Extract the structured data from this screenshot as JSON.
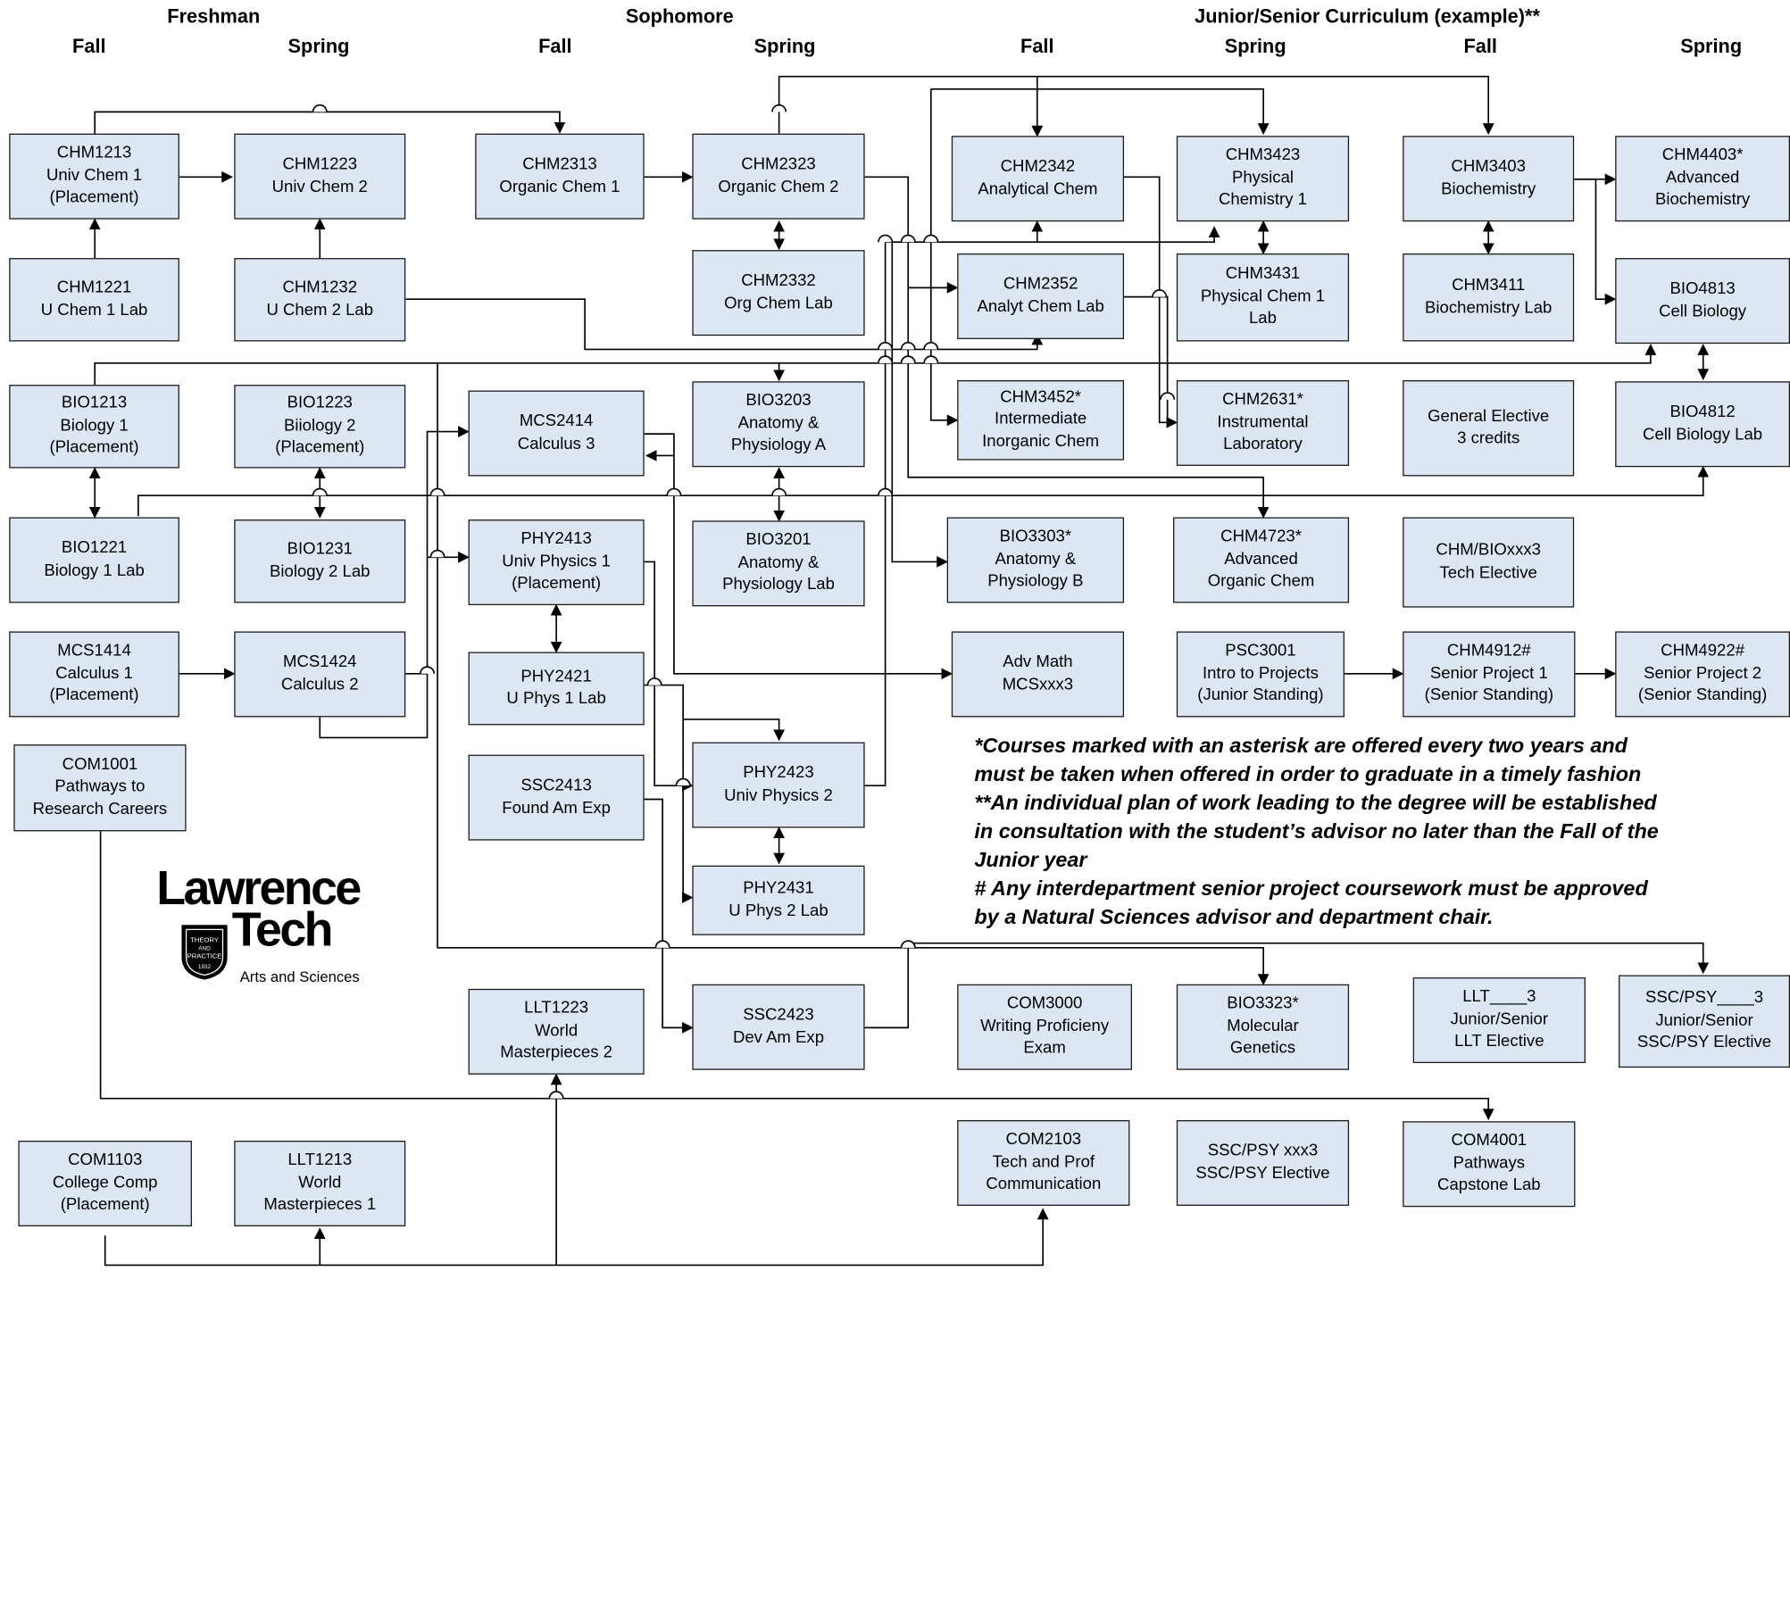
{
  "headers": {
    "freshman": "Freshman",
    "sophomore": "Sophomore",
    "junior_senior": "Junior/Senior Curriculum (example)**",
    "fall": "Fall",
    "spring": "Spring"
  },
  "courses": {
    "chm1213": [
      "CHM1213",
      "Univ Chem 1",
      "(Placement)"
    ],
    "chm1223": [
      "CHM1223",
      "Univ Chem 2"
    ],
    "chm2313": [
      "CHM2313",
      "Organic Chem 1"
    ],
    "chm2323": [
      "CHM2323",
      "Organic Chem 2"
    ],
    "chm2342": [
      "CHM2342",
      "Analytical Chem"
    ],
    "chm3423": [
      "CHM3423",
      "Physical",
      "Chemistry 1"
    ],
    "chm3403": [
      "CHM3403",
      "Biochemistry"
    ],
    "chm4403": [
      "CHM4403*",
      "Advanced",
      "Biochemistry"
    ],
    "chm1221": [
      "CHM1221",
      "U Chem 1 Lab"
    ],
    "chm1232": [
      "CHM1232",
      "U Chem 2 Lab"
    ],
    "chm2332": [
      "CHM2332",
      "Org Chem Lab"
    ],
    "chm2352": [
      "CHM2352",
      "Analyt Chem Lab"
    ],
    "chm3431": [
      "CHM3431",
      "Physical Chem 1",
      "Lab"
    ],
    "chm3411": [
      "CHM3411",
      "Biochemistry Lab"
    ],
    "bio4813": [
      "BIO4813",
      "Cell Biology"
    ],
    "bio1213": [
      "BIO1213",
      "Biology 1",
      "(Placement)"
    ],
    "bio1223": [
      "BIO1223",
      "Biiology 2",
      "(Placement)"
    ],
    "mcs2414": [
      "MCS2414",
      "Calculus 3"
    ],
    "bio3203": [
      "BIO3203",
      "Anatomy &",
      "Physiology A"
    ],
    "chm3452": [
      "CHM3452*",
      "Intermediate",
      "Inorganic Chem"
    ],
    "chm2631": [
      "CHM2631*",
      "Instrumental",
      "Laboratory"
    ],
    "gen_elective": [
      "General Elective",
      "3 credits"
    ],
    "bio4812": [
      "BIO4812",
      "Cell Biology Lab"
    ],
    "bio1221": [
      "BIO1221",
      "Biology 1 Lab"
    ],
    "bio1231": [
      "BIO1231",
      "Biology 2 Lab"
    ],
    "phy2413": [
      "PHY2413",
      "Univ Physics 1",
      "(Placement)"
    ],
    "bio3201": [
      "BIO3201",
      "Anatomy &",
      "Physiology Lab"
    ],
    "bio3303": [
      "BIO3303*",
      "Anatomy &",
      "Physiology B"
    ],
    "chm4723": [
      "CHM4723*",
      "Advanced",
      "Organic Chem"
    ],
    "tech_elective": [
      "CHM/BIOxxx3",
      "Tech Elective"
    ],
    "mcs1414": [
      "MCS1414",
      "Calculus 1",
      "(Placement)"
    ],
    "mcs1424": [
      "MCS1424",
      "Calculus 2"
    ],
    "phy2421": [
      "PHY2421",
      "U Phys 1 Lab"
    ],
    "adv_math": [
      "Adv Math",
      "MCSxxx3"
    ],
    "psc3001": [
      "PSC3001",
      "Intro to Projects",
      "(Junior Standing)"
    ],
    "chm4912": [
      "CHM4912#",
      "Senior Project 1",
      "(Senior Standing)"
    ],
    "chm4922": [
      "CHM4922#",
      "Senior Project 2",
      "(Senior Standing)"
    ],
    "com1001": [
      "COM1001",
      "Pathways to",
      "Research Careers"
    ],
    "ssc2413": [
      "SSC2413",
      "Found Am Exp"
    ],
    "phy2423": [
      "PHY2423",
      "Univ Physics 2"
    ],
    "phy2431": [
      "PHY2431",
      "U Phys 2 Lab"
    ],
    "llt1223": [
      "LLT1223",
      "World",
      "Masterpieces 2"
    ],
    "ssc2423": [
      "SSC2423",
      "Dev Am Exp"
    ],
    "com3000": [
      "COM3000",
      "Writing Proficieny",
      "Exam"
    ],
    "bio3323": [
      "BIO3323*",
      "Molecular",
      "Genetics"
    ],
    "llt_elective": [
      "LLT____3",
      "Junior/Senior",
      "LLT Elective"
    ],
    "sscpsy_elective": [
      "SSC/PSY____3",
      "Junior/Senior",
      "SSC/PSY Elective"
    ],
    "com1103": [
      "COM1103",
      "College Comp",
      "(Placement)"
    ],
    "llt1213": [
      "LLT1213",
      "World",
      "Masterpieces 1"
    ],
    "com2103": [
      "COM2103",
      "Tech and Prof",
      "Communication"
    ],
    "sscpsy_xxx3": [
      "SSC/PSY xxx3",
      "SSC/PSY Elective"
    ],
    "com4001": [
      "COM4001",
      "Pathways",
      "Capstone Lab"
    ]
  },
  "notes": [
    "*Courses marked with an asterisk are offered every two years and",
    "must be taken when offered in order to graduate in a timely fashion",
    "**An individual plan of work leading to the degree will be established",
    "in consultation with the student’s advisor no later than the Fall of the",
    "Junior year",
    "#  Any interdepartment senior project coursework must be approved",
    "by a Natural Sciences advisor and department chair."
  ],
  "logo": {
    "word1": "Lawrence",
    "word2": "Tech",
    "seal_text": "THEORY AND PRACTICE 1932",
    "subtitle": "Arts and Sciences"
  },
  "colors": {
    "box_fill": "#dde6f3",
    "line": "#000000"
  }
}
